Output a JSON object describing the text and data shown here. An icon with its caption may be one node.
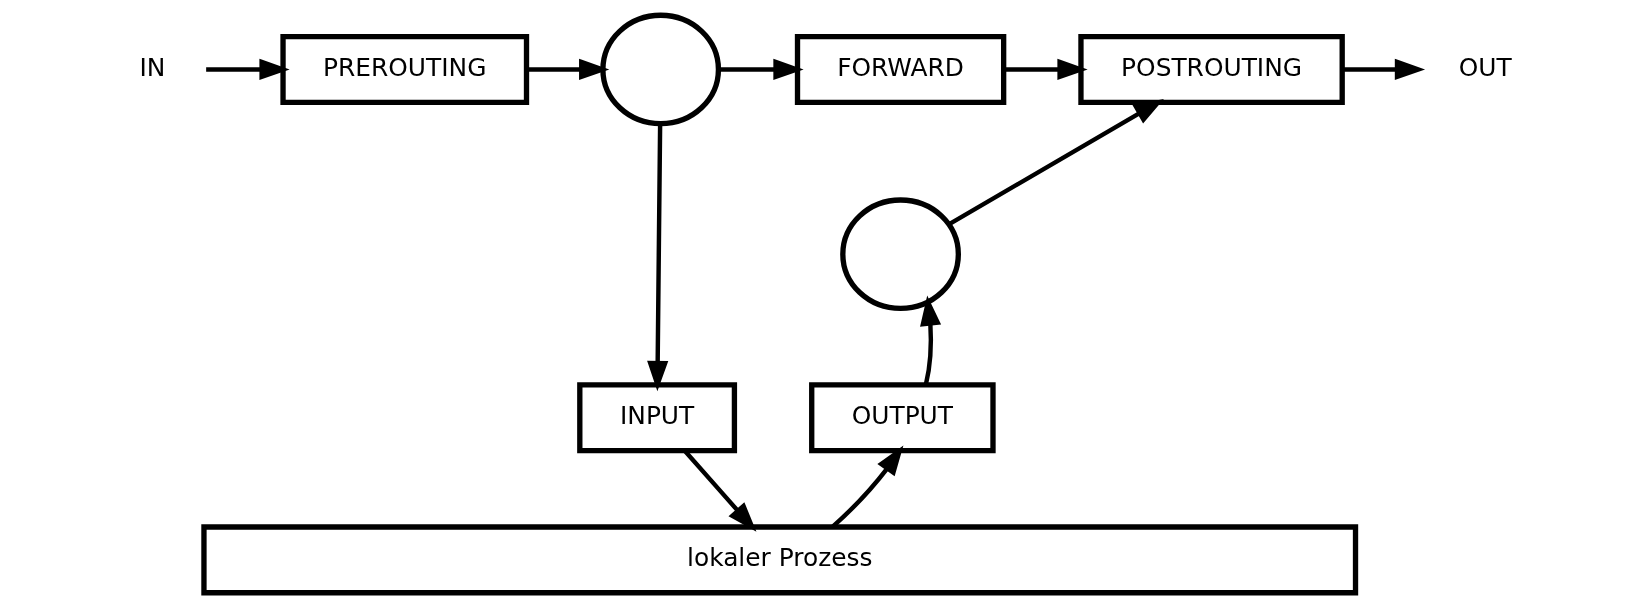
{
  "diagram": {
    "nodes": [
      {
        "text": [
          "IN"
        ]
      },
      {
        "text": [
          "PREROUTING"
        ]
      },
      {
        "text": [],
        "shape": "circle"
      },
      {
        "text": [
          "FORWARD"
        ]
      },
      {
        "text": [
          "POSTROUTING"
        ]
      },
      {
        "text": [
          "OUT"
        ]
      },
      {
        "text": [
          "INPUT"
        ]
      },
      {
        "text": [],
        "shape": "circle"
      },
      {
        "text": [
          "OUTPUT"
        ]
      },
      {
        "text": [
          "lokaler Prozess"
        ]
      }
    ],
    "edges": [
      {
        "from": 0,
        "to": 1,
        "arrow": "to"
      },
      {
        "from": 1,
        "to": 2,
        "arrow": "to"
      },
      {
        "from": 2,
        "to": 3,
        "arrow": "to"
      },
      {
        "from": 3,
        "to": 4,
        "arrow": "to"
      },
      {
        "from": 4,
        "to": 5,
        "arrow": "to"
      },
      {
        "from": 2,
        "to": 6,
        "arrow": "to"
      },
      {
        "from": 6,
        "to": 9,
        "arrow": "to"
      },
      {
        "from": 9,
        "to": 8,
        "arrow": "to"
      },
      {
        "from": 8,
        "to": 7,
        "arrow": "to"
      },
      {
        "from": 7,
        "to": 4,
        "arrow": "to"
      }
    ]
  }
}
